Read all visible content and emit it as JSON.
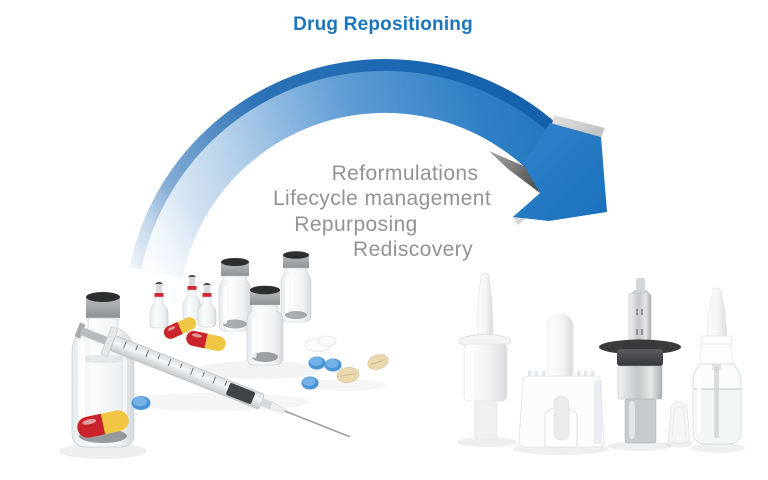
{
  "title": {
    "label": "Drug Repositioning",
    "color": "#1b75bc"
  },
  "keywords": {
    "color": "#919396",
    "items": [
      {
        "label": "Reformulations"
      },
      {
        "label": "Lifecycle management"
      },
      {
        "label": "Repurposing"
      },
      {
        "label": "Rediscovery"
      }
    ]
  },
  "arrow": {
    "name": "drug-repositioning-curved-arrow",
    "direction": "left-to-right",
    "style": "3d curved band with chevron head",
    "colors": {
      "main_blue": "#2478c2",
      "dark_rim": "#1461ad",
      "light_tail": "#e9f1f9",
      "silver_bevel": "#d8d8d8",
      "under_shadow": "#3f3f3f"
    }
  },
  "illustrations": {
    "left": {
      "name": "injectable-drugs-illustration",
      "items": [
        "glass-vial-large",
        "glass-vial-cluster",
        "ampoules",
        "syringe-with-needle",
        "red-yellow-capsules",
        "blue-tablets",
        "beige-tablets",
        "white-tablets"
      ]
    },
    "right": {
      "name": "nasal-spray-devices-illustration",
      "items": [
        "nasal-spray-pump",
        "dose-sprayer-on-base",
        "metal-sprayer-black-flange",
        "translucent-cone-cap",
        "spray-bottle-with-nozzle"
      ]
    }
  }
}
